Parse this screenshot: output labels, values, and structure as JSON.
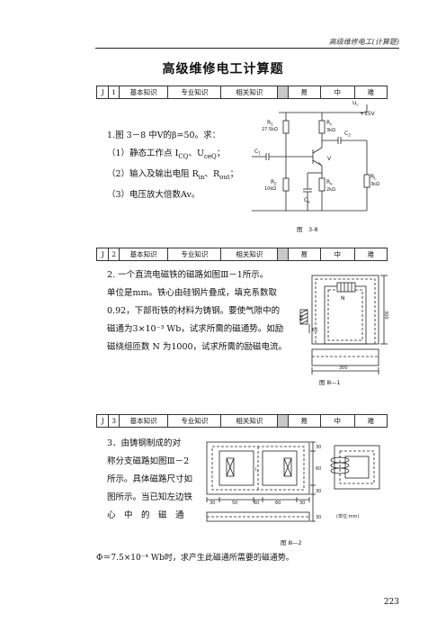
{
  "header": {
    "text": "高级维修电工(计算题)"
  },
  "title": "高级维修电工计算题",
  "categories": {
    "basic": "基本知识",
    "professional": "专业知识",
    "related": "相关知识",
    "easy": "易",
    "medium": "中",
    "hard": "难"
  },
  "q1": {
    "code": "J",
    "num": "1",
    "line1": "1.图 3－8 中V的β=50。求：",
    "line2": "（1）静态工作点 I",
    "line2_sub": "CQ",
    "line2_mid": "、U",
    "line2_sub2": "ceQ",
    "line2_end": "；",
    "line3": "（2）输入及输出电阻 R",
    "line3_sub": "in",
    "line3_mid": "、R",
    "line3_sub2": "out",
    "line3_end": "；",
    "line4": "（3）电压放大倍数Av。",
    "fig": {
      "uc": "U",
      "uc_sub": "c",
      "vcc": "+15V",
      "r1": "R",
      "r1_sub": "1",
      "r1_val": "27.5kΩ",
      "rc": "R",
      "rc_sub": "c",
      "rc_val": "3kΩ",
      "c1": "C",
      "c1_sub": "1",
      "c2": "C",
      "c2_sub": "2",
      "v": "V",
      "r2": "R",
      "r2_sub": "2",
      "r2_val": "10kΩ",
      "re": "R",
      "re_sub": "e",
      "re_val": "2kΩ",
      "ce": "C",
      "ce_sub": "e",
      "rl": "R",
      "rl_sub": "L",
      "rl_val": "3kΩ",
      "caption": "图　3-8"
    }
  },
  "q2": {
    "code": "J",
    "num": "2",
    "lines": [
      "2. 一个直流电磁铁的磁路如图Ⅲ－1所示。",
      "单位是mm。铁心由硅钢片叠成，填充系数取",
      "0.92，下部衔铁的材料为铸钢。要使气隙中的",
      "磁通为3×10⁻³ Wb，试求所需的磁通势。如励",
      "磁绕组匝数 N 为1000，试求所需的励磁电流。"
    ],
    "fig": {
      "n": "N",
      "d50": "50",
      "d65": "65",
      "d300v": "300",
      "d300h": "300",
      "caption": "图 Ⅲ—1"
    }
  },
  "q3": {
    "code": "J",
    "num": "3",
    "lines": [
      "3．由铸钢制成的对",
      "称分支磁路如图Ⅲ－2",
      "所示。具体磁路尺寸如",
      "图所示。当已知左边铁",
      "心　中　的　磁　通"
    ],
    "last_line": "Φ＝7.5×10⁻⁴ Wb时，求产生此磁通所需要的磁通势。",
    "fig": {
      "l1": "l",
      "l1_sub": "1",
      "dims_bottom": [
        "30",
        "50",
        "60",
        "60",
        "30"
      ],
      "dims_right": [
        "30",
        "60",
        "30",
        "30"
      ],
      "unit": "(单位:mm)",
      "caption": "图 Ⅲ—2"
    }
  },
  "page_number": "223"
}
